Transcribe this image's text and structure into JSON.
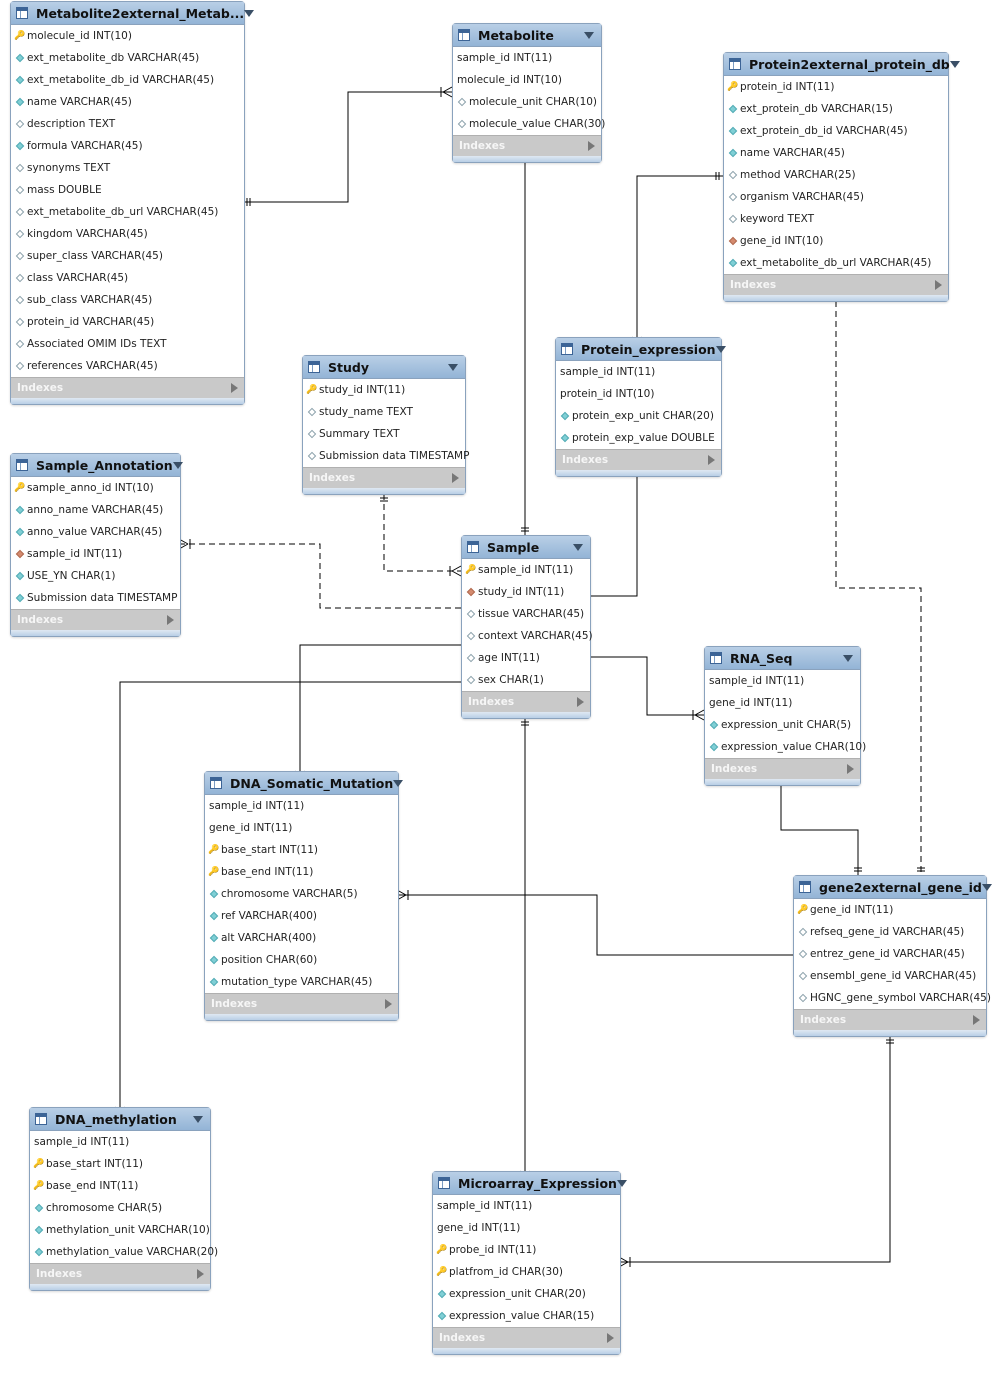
{
  "indexes_label": "Indexes",
  "tables": [
    {
      "name": "Metabolite2external_Metab...",
      "columns": [
        {
          "icon": "key",
          "text": "molecule_id INT(10)"
        },
        {
          "icon": "filled-diamond",
          "text": "ext_metabolite_db VARCHAR(45)"
        },
        {
          "icon": "filled-diamond",
          "text": "ext_metabolite_db_id VARCHAR(45)"
        },
        {
          "icon": "filled-diamond",
          "text": "name VARCHAR(45)"
        },
        {
          "icon": "hollow-diamond",
          "text": "description TEXT"
        },
        {
          "icon": "filled-diamond",
          "text": "formula VARCHAR(45)"
        },
        {
          "icon": "hollow-diamond",
          "text": "synonyms TEXT"
        },
        {
          "icon": "hollow-diamond",
          "text": "mass DOUBLE"
        },
        {
          "icon": "hollow-diamond",
          "text": "ext_metabolite_db_url VARCHAR(45)"
        },
        {
          "icon": "hollow-diamond",
          "text": "kingdom VARCHAR(45)"
        },
        {
          "icon": "hollow-diamond",
          "text": "super_class VARCHAR(45)"
        },
        {
          "icon": "hollow-diamond",
          "text": "class VARCHAR(45)"
        },
        {
          "icon": "hollow-diamond",
          "text": "sub_class VARCHAR(45)"
        },
        {
          "icon": "hollow-diamond",
          "text": "protein_id VARCHAR(45)"
        },
        {
          "icon": "hollow-diamond",
          "text": "Associated OMIM IDs TEXT"
        },
        {
          "icon": "hollow-diamond",
          "text": "references VARCHAR(45)"
        }
      ]
    },
    {
      "name": "Metabolite",
      "columns": [
        {
          "icon": "none",
          "text": "sample_id INT(11)"
        },
        {
          "icon": "none",
          "text": "molecule_id INT(10)"
        },
        {
          "icon": "hollow-diamond",
          "text": "molecule_unit CHAR(10)"
        },
        {
          "icon": "hollow-diamond",
          "text": "molecule_value CHAR(30)"
        }
      ]
    },
    {
      "name": "Protein2external_protein_db",
      "columns": [
        {
          "icon": "key",
          "text": "protein_id INT(11)"
        },
        {
          "icon": "filled-diamond",
          "text": "ext_protein_db VARCHAR(15)"
        },
        {
          "icon": "filled-diamond",
          "text": "ext_protein_db_id VARCHAR(45)"
        },
        {
          "icon": "filled-diamond",
          "text": "name VARCHAR(45)"
        },
        {
          "icon": "hollow-diamond",
          "text": "method VARCHAR(25)"
        },
        {
          "icon": "hollow-diamond",
          "text": "organism VARCHAR(45)"
        },
        {
          "icon": "hollow-diamond",
          "text": "keyword TEXT"
        },
        {
          "icon": "fk-diamond",
          "text": "gene_id INT(10)"
        },
        {
          "icon": "filled-diamond",
          "text": "ext_metabolite_db_url VARCHAR(45)"
        }
      ]
    },
    {
      "name": "Study",
      "columns": [
        {
          "icon": "key",
          "text": "study_id INT(11)"
        },
        {
          "icon": "hollow-diamond",
          "text": "study_name TEXT"
        },
        {
          "icon": "hollow-diamond",
          "text": "Summary TEXT"
        },
        {
          "icon": "hollow-diamond",
          "text": "Submission data TIMESTAMP"
        }
      ]
    },
    {
      "name": "Protein_expression",
      "columns": [
        {
          "icon": "none",
          "text": "sample_id INT(11)"
        },
        {
          "icon": "none",
          "text": "protein_id INT(10)"
        },
        {
          "icon": "filled-diamond",
          "text": "protein_exp_unit CHAR(20)"
        },
        {
          "icon": "filled-diamond",
          "text": "protein_exp_value DOUBLE"
        }
      ]
    },
    {
      "name": "Sample_Annotation",
      "columns": [
        {
          "icon": "key",
          "text": "sample_anno_id INT(10)"
        },
        {
          "icon": "filled-diamond",
          "text": "anno_name VARCHAR(45)"
        },
        {
          "icon": "filled-diamond",
          "text": "anno_value VARCHAR(45)"
        },
        {
          "icon": "fk-diamond",
          "text": "sample_id INT(11)"
        },
        {
          "icon": "filled-diamond",
          "text": "USE_YN CHAR(1)"
        },
        {
          "icon": "filled-diamond",
          "text": "Submission data TIMESTAMP"
        }
      ]
    },
    {
      "name": "Sample",
      "columns": [
        {
          "icon": "key",
          "text": "sample_id INT(11)"
        },
        {
          "icon": "fk-diamond",
          "text": "study_id INT(11)"
        },
        {
          "icon": "hollow-diamond",
          "text": "tissue VARCHAR(45)"
        },
        {
          "icon": "hollow-diamond",
          "text": "context VARCHAR(45)"
        },
        {
          "icon": "hollow-diamond",
          "text": "age INT(11)"
        },
        {
          "icon": "hollow-diamond",
          "text": "sex CHAR(1)"
        }
      ]
    },
    {
      "name": "RNA_Seq",
      "columns": [
        {
          "icon": "none",
          "text": "sample_id INT(11)"
        },
        {
          "icon": "none",
          "text": "gene_id INT(11)"
        },
        {
          "icon": "filled-diamond",
          "text": "expression_unit CHAR(5)"
        },
        {
          "icon": "filled-diamond",
          "text": "expression_value CHAR(10)"
        }
      ]
    },
    {
      "name": "DNA_Somatic_Mutation",
      "columns": [
        {
          "icon": "none",
          "text": "sample_id INT(11)"
        },
        {
          "icon": "none",
          "text": "gene_id INT(11)"
        },
        {
          "icon": "key",
          "text": "base_start INT(11)"
        },
        {
          "icon": "key",
          "text": "base_end INT(11)"
        },
        {
          "icon": "filled-diamond",
          "text": "chromosome VARCHAR(5)"
        },
        {
          "icon": "filled-diamond",
          "text": "ref VARCHAR(400)"
        },
        {
          "icon": "filled-diamond",
          "text": "alt VARCHAR(400)"
        },
        {
          "icon": "filled-diamond",
          "text": "position CHAR(60)"
        },
        {
          "icon": "filled-diamond",
          "text": "mutation_type VARCHAR(45)"
        }
      ]
    },
    {
      "name": "gene2external_gene_id",
      "columns": [
        {
          "icon": "key",
          "text": "gene_id INT(11)"
        },
        {
          "icon": "hollow-diamond",
          "text": "refseq_gene_id VARCHAR(45)"
        },
        {
          "icon": "hollow-diamond",
          "text": "entrez_gene_id VARCHAR(45)"
        },
        {
          "icon": "hollow-diamond",
          "text": "ensembl_gene_id VARCHAR(45)"
        },
        {
          "icon": "hollow-diamond",
          "text": "HGNC_gene_symbol VARCHAR(45)"
        }
      ]
    },
    {
      "name": "DNA_methylation",
      "columns": [
        {
          "icon": "none",
          "text": "sample_id INT(11)"
        },
        {
          "icon": "key",
          "text": "base_start INT(11)"
        },
        {
          "icon": "key",
          "text": "base_end INT(11)"
        },
        {
          "icon": "filled-diamond",
          "text": "chromosome CHAR(5)"
        },
        {
          "icon": "filled-diamond",
          "text": "methylation_unit VARCHAR(10)"
        },
        {
          "icon": "filled-diamond",
          "text": "methylation_value VARCHAR(20)"
        }
      ]
    },
    {
      "name": "Microarray_Expression",
      "columns": [
        {
          "icon": "none",
          "text": "sample_id INT(11)"
        },
        {
          "icon": "none",
          "text": "gene_id INT(11)"
        },
        {
          "icon": "key",
          "text": "probe_id INT(11)"
        },
        {
          "icon": "key",
          "text": "platfrom_id CHAR(30)"
        },
        {
          "icon": "filled-diamond",
          "text": "expression_unit CHAR(20)"
        },
        {
          "icon": "filled-diamond",
          "text": "expression_value CHAR(15)"
        }
      ]
    }
  ]
}
